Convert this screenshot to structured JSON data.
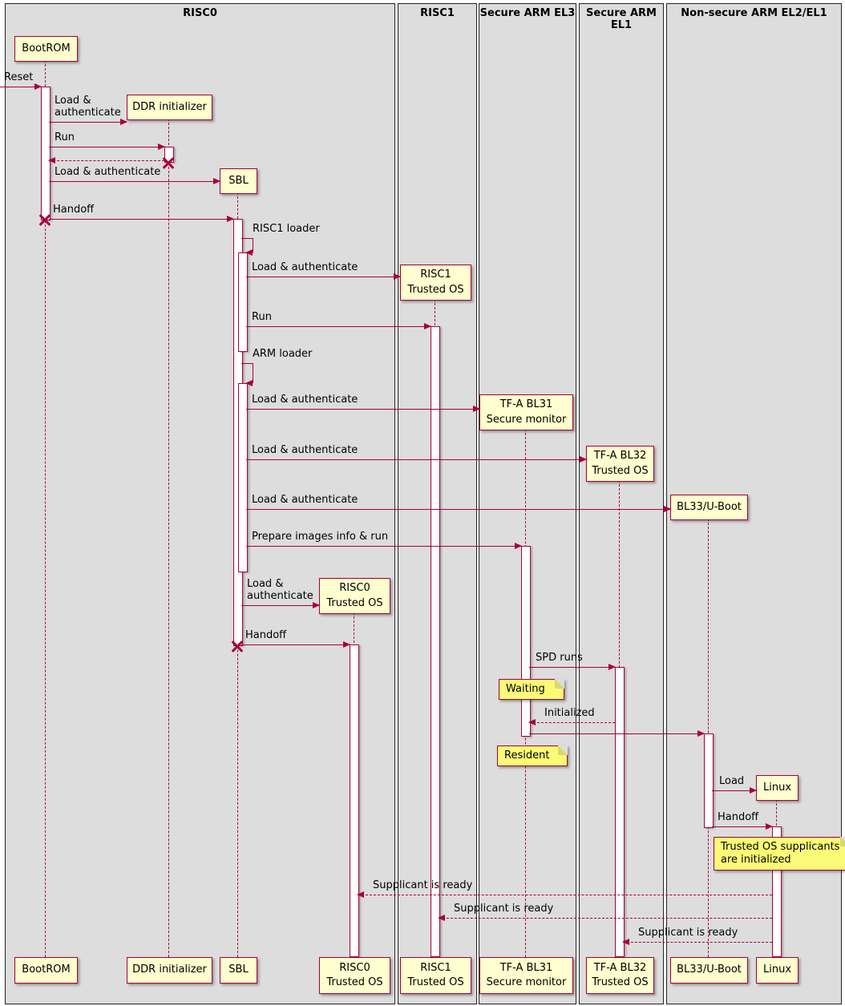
{
  "lanes": [
    {
      "label": "RISC0"
    },
    {
      "label": "RISC1"
    },
    {
      "label": "Secure ARM EL3"
    },
    {
      "label": "Secure ARM EL1"
    },
    {
      "label": "Non-secure ARM EL2/EL1"
    }
  ],
  "participants": {
    "bootrom": {
      "label": "BootROM"
    },
    "ddr": {
      "label": "DDR initializer"
    },
    "sbl": {
      "label": "SBL"
    },
    "risc0_tos": {
      "label": "RISC0\nTrusted OS"
    },
    "risc1_tos": {
      "label": "RISC1\nTrusted OS"
    },
    "bl31": {
      "label": "TF-A BL31\nSecure monitor"
    },
    "bl32": {
      "label": "TF-A BL32\nTrusted OS"
    },
    "bl33": {
      "label": "BL33/U-Boot"
    },
    "linux": {
      "label": "Linux"
    }
  },
  "messages": {
    "reset": "Reset",
    "load_auth_ddr": "Load &\nauthenticate",
    "run_ddr": "Run",
    "load_auth_sbl": "Load & authenticate",
    "handoff_sbl": "Handoff",
    "risc1_loader": "RISC1 loader",
    "load_auth_risc1": "Load & authenticate",
    "run_risc1": "Run",
    "arm_loader": "ARM loader",
    "load_auth_bl31": "Load & authenticate",
    "load_auth_bl32": "Load & authenticate",
    "load_auth_bl33": "Load & authenticate",
    "prepare_run": "Prepare images info & run",
    "load_auth_risc0": "Load &\nauthenticate",
    "handoff_risc0": "Handoff",
    "spd_runs": "SPD runs",
    "initialized": "Initialized",
    "load_linux": "Load",
    "handoff_linux": "Handoff",
    "supplicant_risc0": "Supplicant is ready",
    "supplicant_risc1": "Supplicant is ready",
    "supplicant_bl32": "Supplicant is ready"
  },
  "notes": {
    "waiting": "Waiting",
    "resident": "Resident",
    "supplicants": "Trusted OS supplicants\nare initialized"
  },
  "colors": {
    "arrow": "#A80036",
    "lifeline": "#A80036",
    "participant_fill": "#FEFECE",
    "participant_border": "#A80036",
    "note_fill": "#FBFB77",
    "lane_fill": "#DDDDDD",
    "lane_border": "#222222"
  }
}
